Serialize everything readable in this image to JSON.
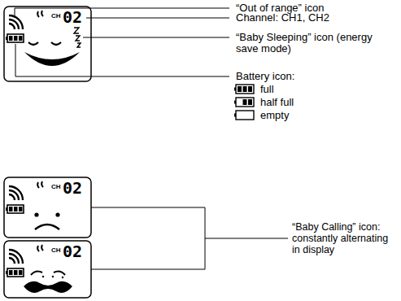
{
  "diagram": {
    "labels": [
      "“Out of range” icon",
      "Channel: CH1, CH2",
      "“Baby Sleeping” icon (energy save mode)",
      "Battery icon:",
      "full",
      "half full",
      "empty",
      "CH",
      "02",
      "CH",
      "02",
      "CH",
      "02",
      "“Baby Calling” icon: constantly alternating in display"
    ]
  }
}
